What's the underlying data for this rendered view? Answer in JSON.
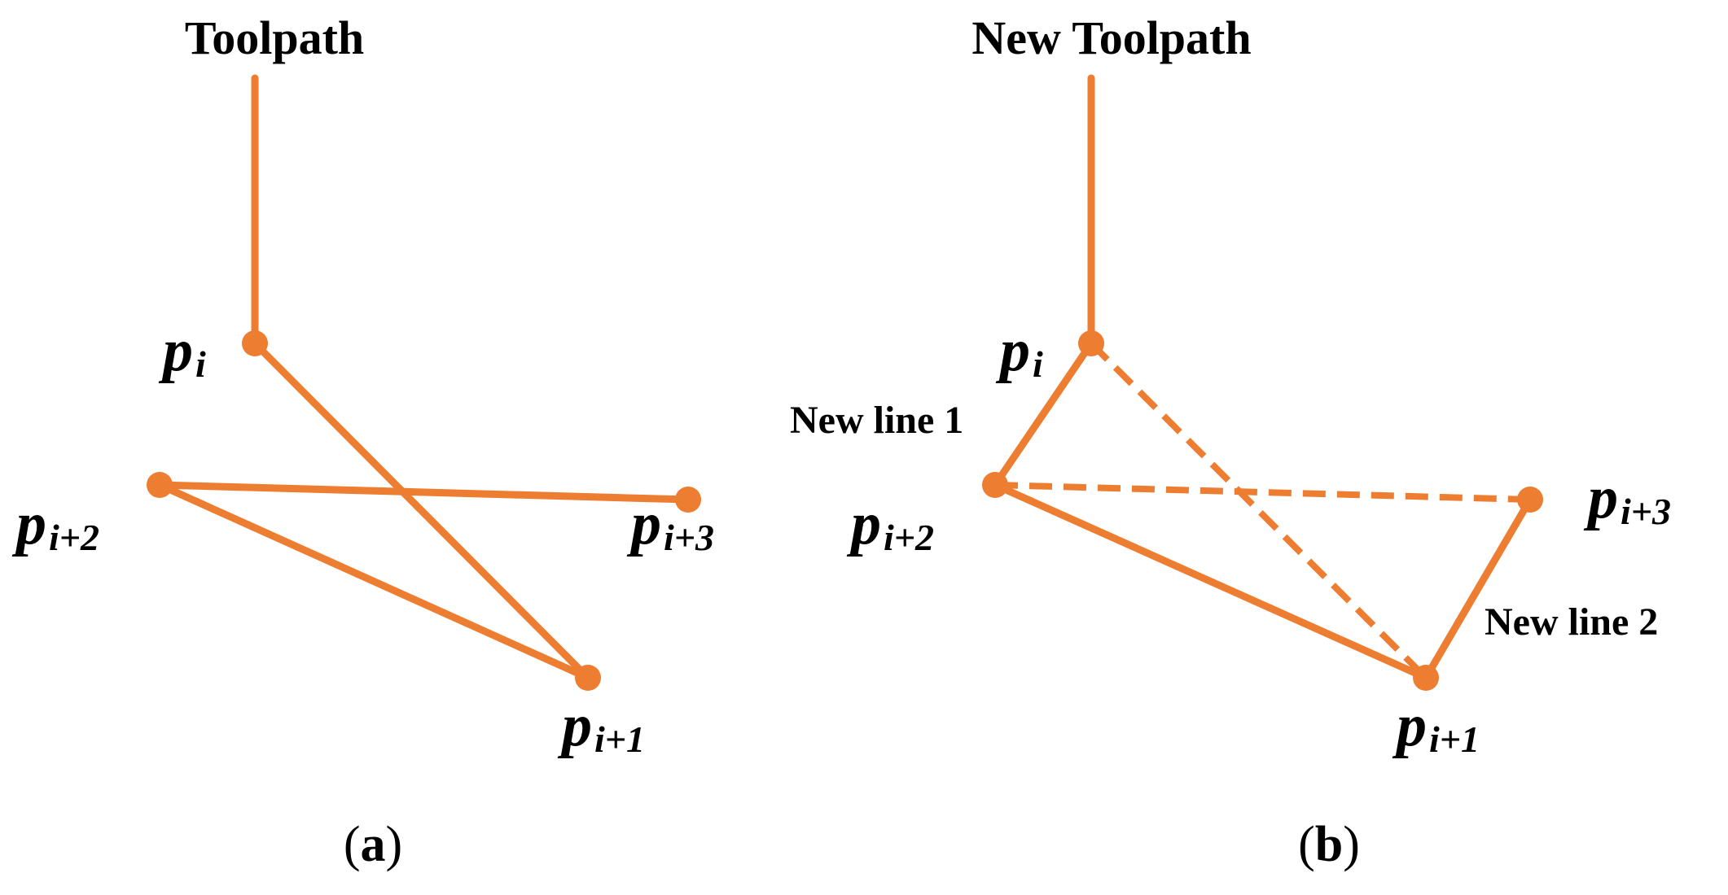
{
  "colors": {
    "stroke": "#ED7D31",
    "text": "#000000"
  },
  "panel_a": {
    "title": "Toolpath",
    "caption_open": "(",
    "caption_letter": "a",
    "caption_close": ")",
    "points": {
      "pi": {
        "base": "p",
        "sub": "i"
      },
      "pi1": {
        "base": "p",
        "sub": "i+1"
      },
      "pi2": {
        "base": "p",
        "sub": "i+2"
      },
      "pi3": {
        "base": "p",
        "sub": "i+3"
      }
    }
  },
  "panel_b": {
    "title": "New Toolpath",
    "new_line_1": "New line 1",
    "new_line_2": "New line 2",
    "caption_open": "(",
    "caption_letter": "b",
    "caption_close": ")",
    "points": {
      "pi": {
        "base": "p",
        "sub": "i"
      },
      "pi1": {
        "base": "p",
        "sub": "i+1"
      },
      "pi2": {
        "base": "p",
        "sub": "i+2"
      },
      "pi3": {
        "base": "p",
        "sub": "i+3"
      }
    }
  }
}
